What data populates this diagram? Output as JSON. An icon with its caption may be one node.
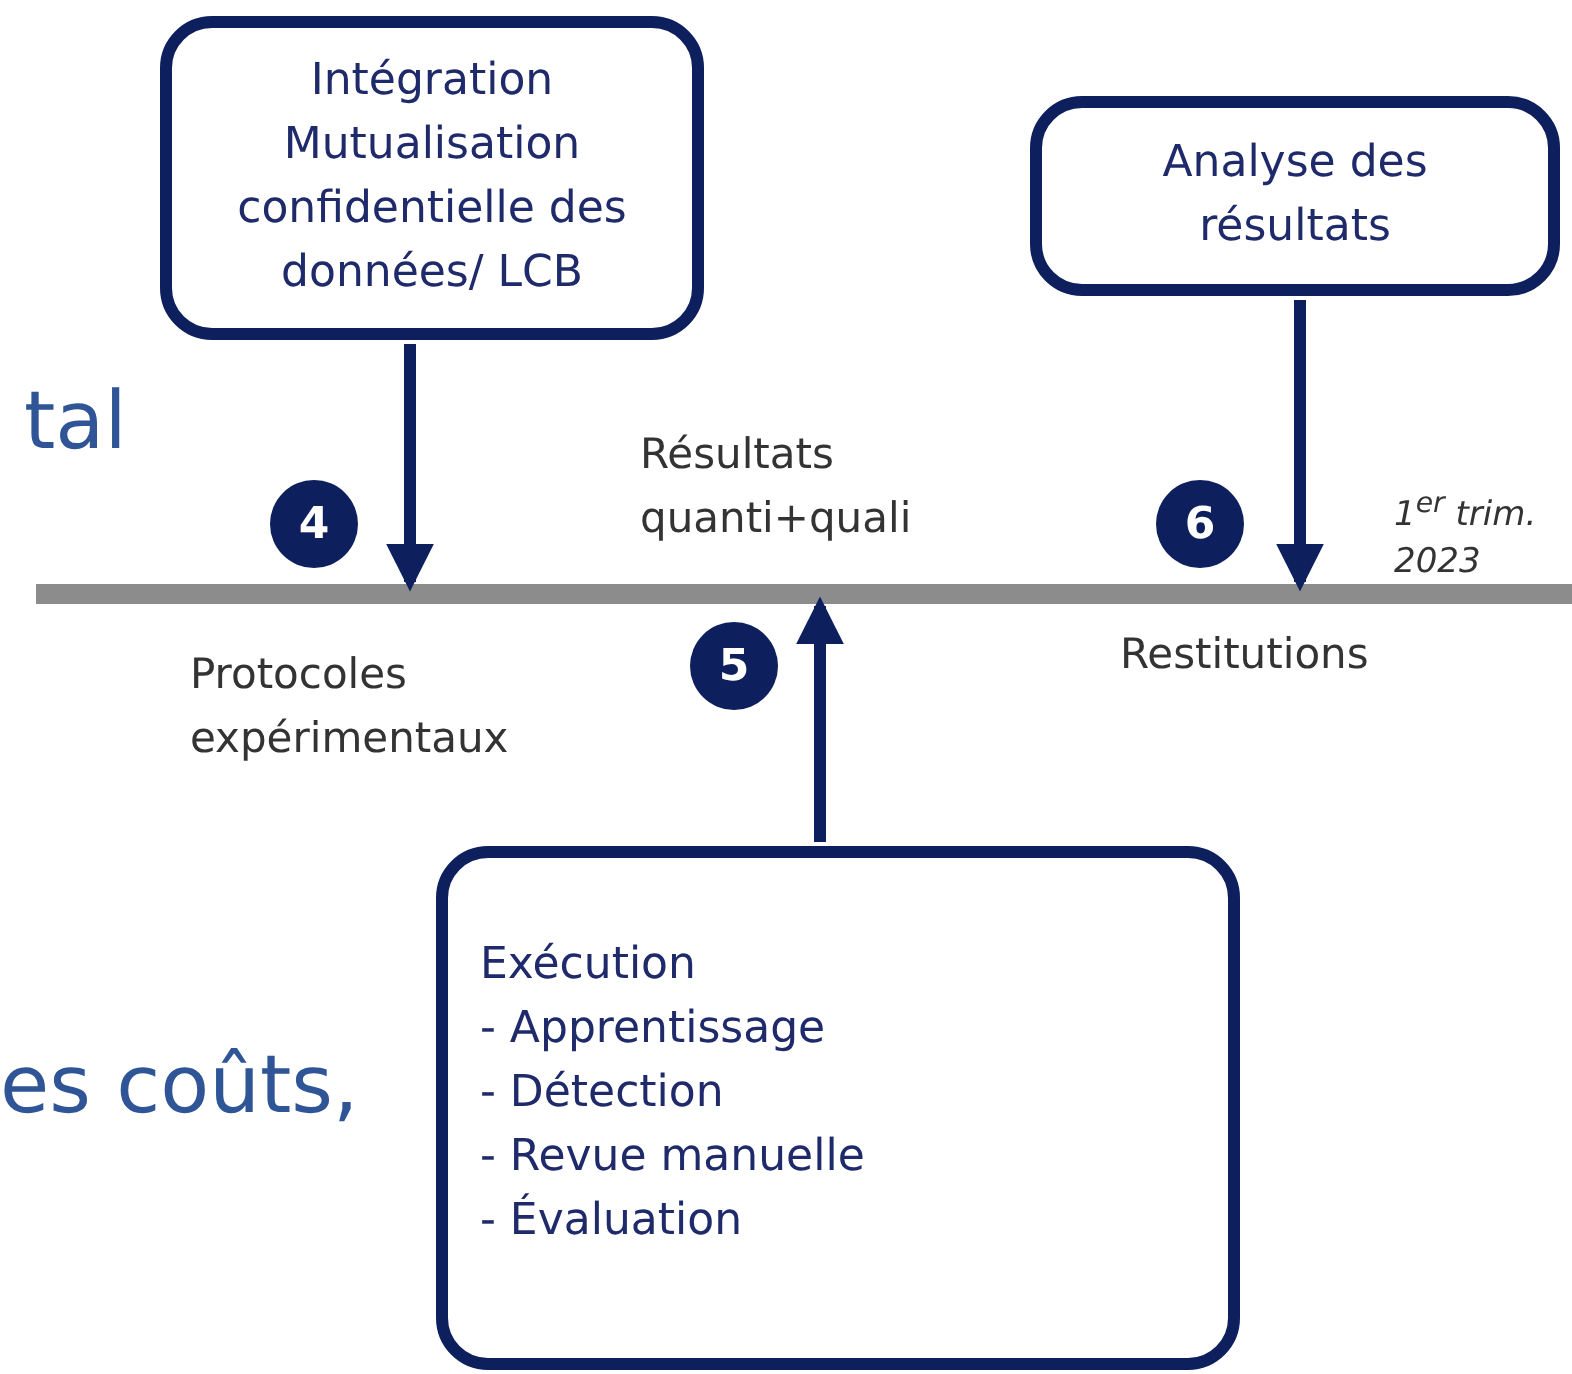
{
  "diagram": {
    "nodes": [
      {
        "text": [
          "Intégration Mutualisation confidentielle des données/ LCB"
        ]
      },
      {
        "text": [
          "Analyse des résultats"
        ]
      },
      {
        "text": [
          "4"
        ]
      },
      {
        "text": [
          "6"
        ]
      },
      {
        "text": [],
        "shape": "bar"
      },
      {
        "text": [
          "5"
        ]
      },
      {
        "text": [
          "Exécution",
          "- Apprentissage",
          "- Détection",
          "- Revue manuelle",
          "- Évaluation"
        ]
      }
    ],
    "edges": [
      {
        "from": 0,
        "to": 4,
        "arrow": "to"
      },
      {
        "from": 1,
        "to": 4,
        "arrow": "to"
      },
      {
        "from": 6,
        "to": 4,
        "arrow": "to"
      }
    ],
    "labels": [
      "tal",
      "Résultats quanti+quali",
      "1$^{er}$ trim. 2023",
      "Protocoles expérimentaux",
      "Restitutions",
      "es coûts,"
    ]
  }
}
